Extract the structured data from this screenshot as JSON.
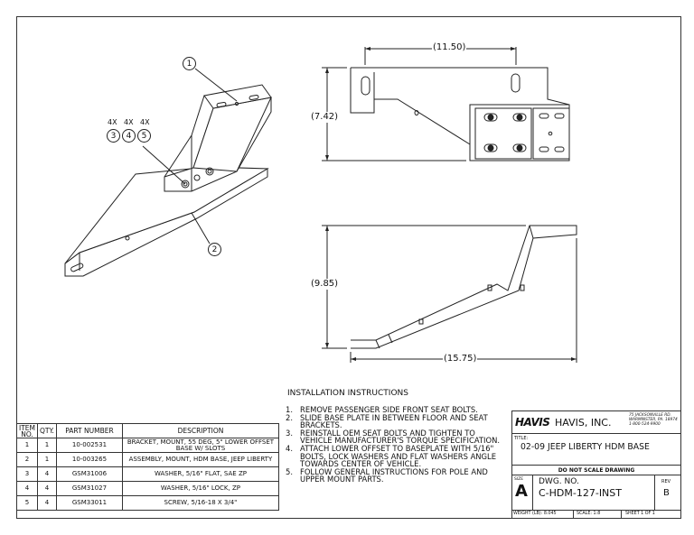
{
  "dimensions": {
    "width_top": "11.50",
    "height_top": "7.42",
    "height_side": "9.85",
    "width_side": "15.75"
  },
  "balloons": {
    "b1": "1",
    "b2": "2",
    "b3": "3",
    "b4": "4",
    "b5": "5",
    "qty3": "4X",
    "qty4": "4X",
    "qty5": "4X"
  },
  "bom": {
    "headers": [
      "ITEM NO.",
      "QTY.",
      "PART NUMBER",
      "DESCRIPTION"
    ],
    "rows": [
      [
        "1",
        "1",
        "10-002531",
        "BRACKET, MOUNT, 55 DEG, 5\" LOWER OFFSET BASE W/ SLOTS"
      ],
      [
        "2",
        "1",
        "10-003265",
        "ASSEMBLY, MOUNT, HDM BASE, JEEP LIBERTY"
      ],
      [
        "3",
        "4",
        "GSM31006",
        "WASHER, 5/16\" FLAT, SAE ZP"
      ],
      [
        "4",
        "4",
        "GSM31027",
        "WASHER, 5/16\" LOCK, ZP"
      ],
      [
        "5",
        "4",
        "GSM33011",
        "SCREW, 5/16-18 X 3/4\""
      ]
    ]
  },
  "instructions": {
    "title": "INSTALLATION INSTRUCTIONS",
    "steps": [
      {
        "num": "1.",
        "text": "REMOVE PASSENGER SIDE FRONT SEAT BOLTS."
      },
      {
        "num": "2.",
        "text": "SLIDE BASE PLATE IN BETWEEN FLOOR AND SEAT BRACKETS."
      },
      {
        "num": "3.",
        "text": "REINSTALL OEM SEAT BOLTS AND TIGHTEN TO VEHICLE MANUFACTURER'S TORQUE SPECIFICATION."
      },
      {
        "num": "4.",
        "text": "ATTACH LOWER OFFSET TO BASEPLATE WITH 5/16\" BOLTS, LOCK WASHERS AND FLAT WASHERS ANGLE TOWARDS CENTER OF VEHICLE."
      },
      {
        "num": "5.",
        "text": "FOLLOW GENERAL INSTRUCTIONS FOR POLE AND UPPER MOUNT PARTS."
      }
    ]
  },
  "title_block": {
    "logo": "HAVIS",
    "company": "HAVIS, INC.",
    "address1": "75 JACKSONVILLE RD.",
    "address2": "WARMINSTER, PA. 18974",
    "address3": "1-800-524-9900",
    "title_label": "TITLE:",
    "title": "02-09 JEEP LIBERTY HDM BASE",
    "no_scale": "DO NOT SCALE DRAWING",
    "size_label": "SIZE",
    "size": "A",
    "dwg_label": "DWG. NO.",
    "dwg_no": "C-HDM-127-INST",
    "rev_label": "REV",
    "rev": "B",
    "weight": "WEIGHT (LB): 8.045",
    "scale": "SCALE: 1:8",
    "sheet": "SHEET 1 OF 1"
  }
}
